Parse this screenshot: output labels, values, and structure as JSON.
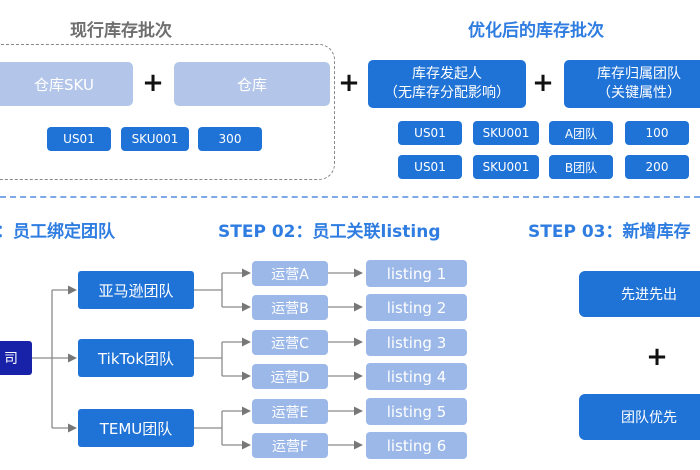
{
  "top": {
    "current_title": "现行库存批次",
    "optimized_title": "优化后的库存批次",
    "current": {
      "boxes": [
        "仓库SKU",
        "仓库"
      ],
      "plus": "+",
      "row": [
        "US01",
        "SKU001",
        "300"
      ]
    },
    "optimized": {
      "box1_line1": "库存发起人",
      "box1_line2": "（无库存分配影响）",
      "box2_line1": "库存归属团队",
      "box2_line2": "（关键属性）",
      "plus_left": "+",
      "plus_right": "+",
      "rows": [
        [
          "US01",
          "SKU001",
          "A团队",
          "100"
        ],
        [
          "US01",
          "SKU001",
          "B团队",
          "200"
        ]
      ]
    }
  },
  "steps": {
    "step1_title": "：员工绑定团队",
    "step2_title": "STEP 02：员工关联listing",
    "step3_title": "STEP 03：新增库存"
  },
  "flow": {
    "root_label": "司",
    "teams": [
      "亚马逊团队",
      "TikTok团队",
      "TEMU团队"
    ],
    "ops": [
      "运营A",
      "运营B",
      "运营C",
      "运营D",
      "运营E",
      "运营F"
    ],
    "listings": [
      "listing 1",
      "listing 2",
      "listing 3",
      "listing 4",
      "listing 5",
      "listing 6"
    ]
  },
  "strategy": {
    "item1": "先进先出",
    "plus": "+",
    "item2": "团队优先"
  },
  "colors": {
    "primary_blue": "#1f72d6",
    "light_blue": "#b3c6ea",
    "dark_blue": "#1722a8",
    "title_blue": "#2f7de1"
  }
}
